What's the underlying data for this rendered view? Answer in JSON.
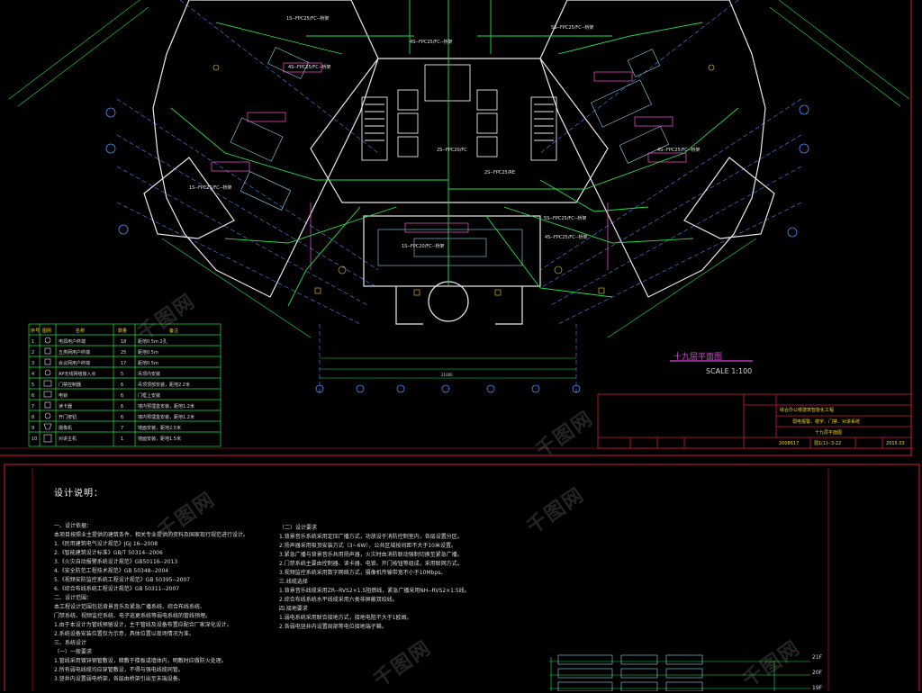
{
  "colors": {
    "background": "#000000",
    "wall": "#e8e8e8",
    "wire": "#22e04a",
    "room": "#ff4fd8",
    "axis": "#4a8cff",
    "frame": "#d01c3a",
    "text": "#dcdcdc"
  },
  "plan": {
    "title": "十九层平面图",
    "scale": "SCALE 1:100",
    "dimension_total": "21000",
    "labels": [
      "1S--FPC25/FC--桥架",
      "4S--FPC25/FC--桥架",
      "5S--FPC25/FC--桥架",
      "2S--FPC20/FC",
      "2S--FPC25/RE",
      "1S--FPC20/FC--桥架",
      "4S--FPC25/FC--桥架",
      "1S--FPC25/FC--桥架",
      "4S--FPC25/FC--桥架",
      "5S--FPC25/FC--桥架",
      "4S--FPC25/FC--桥架"
    ]
  },
  "legend": {
    "headers": [
      "序号",
      "图例",
      "名称",
      "数量",
      "备注"
    ],
    "rows": [
      {
        "no": "1",
        "name": "电源用户终端",
        "qty": "18",
        "note": "距地0.5m 2孔"
      },
      {
        "no": "2",
        "name": "五类网用户终端",
        "qty": "25",
        "note": "距地0.5m"
      },
      {
        "no": "3",
        "name": "会议网用户终端",
        "qty": "17",
        "note": "距地0.5m"
      },
      {
        "no": "4",
        "name": "AP无线网络接入点",
        "qty": "5",
        "note": "吊顶内安装"
      },
      {
        "no": "5",
        "name": "门禁控制器",
        "qty": "6",
        "note": "吊顶顶部安装，距地2.2米"
      },
      {
        "no": "6",
        "name": "电锁",
        "qty": "6",
        "note": "门框上安装"
      },
      {
        "no": "7",
        "name": "读卡器",
        "qty": "6",
        "note": "墙内预埋盒安装，距地1.2米"
      },
      {
        "no": "8",
        "name": "开门按钮",
        "qty": "6",
        "note": "墙内预埋盒安装，距地1.2米"
      },
      {
        "no": "9",
        "name": "摄像机",
        "qty": "7",
        "note": "墙面安装，距地2.5米"
      },
      {
        "no": "10",
        "name": "对讲主机",
        "qty": "1",
        "note": "墙面安装，距地1.5米"
      }
    ]
  },
  "title_block": {
    "project": "综合办公楼建筑智能化工程",
    "drawing": "弱电报警、楼宇、门禁、对讲系统",
    "sheet": "十九层平面图",
    "date": "2015.03",
    "code": "2008617",
    "number": "弱1(1)--3-22"
  },
  "notes": {
    "heading": "设计说明：",
    "left": [
      "一、设计依据：",
      "本项目按照业主提供的建筑条件、相关专业提供的资料及国家现行规范进行设计。",
      "1.《民用建筑电气设计规范》JGJ 16--2008",
      "2.《智能建筑设计标准》GB/T 50314--2006",
      "3.《火灾自动报警系统设计规范》GB50116--2013",
      "4.《安全防范工程技术规范》GB 50348--2004",
      "5.《视频安防监控系统工程设计规范》GB 50395--2007",
      "6.《综合布线系统工程设计规范》GB 50311--2007",
      "二、设计范围：",
      "本工程设计范围包括背景音乐及紧急广播系统、综合布线系统、",
      "门禁系统、视频监控系统、电子巡更系统等弱电系统的管线预埋。",
      "1.由于本设计为管线预留设计，主干管线及设备布置应配合厂家深化设计。",
      "2.系统设备安装位置仅为示意，具体位置以现场情况为准。",
      "三、系统设计",
      "（一）一般要求",
      "1.管线采用镀锌钢管敷设，暗敷于楼板或墙体内，明敷时应做防火处理。",
      "2.所有弱电线缆均应穿管敷设，不得与强电线缆同管。",
      "3.竖井内设置弱电桥架，各层由桥架引出至末端设备。"
    ],
    "right": [
      "（二）设计要求",
      "1.背景音乐系统采用定压广播方式，功放设于消防控制室内，各层设置分区。",
      "2.扬声器采用吸顶安装方式（3~6W），公共区域按间距不大于10米设置。",
      "3.紧急广播与背景音乐共用扬声器，火灾时由消防联动强制切换至紧急广播。",
      "2.门禁系统主要由控制器、读卡器、电锁、开门按钮等组成，采用联网方式。",
      "3.视频监控系统采用数字网络方式，摄像机传输带宽不小于10Mbps。",
      "三.线缆选择",
      "1.背景音乐线缆采用ZR--RVS2×1.5阻燃线，紧急广播采用NH--RVS2×1.5线。",
      "2.综合布线系统水平线缆采用六类非屏蔽双绞线。",
      "四.接地要求",
      "1.弱电系统采用联合接地方式，接地电阻不大于1欧姆。",
      "2.各弱电竖井内设置局部等电位接地端子箱。"
    ]
  },
  "riser": {
    "floors": [
      "21F",
      "20F",
      "19F"
    ]
  },
  "watermarks": [
    "千图网",
    "千图网",
    "千图网",
    "千图网",
    "千图网",
    "千图网"
  ]
}
